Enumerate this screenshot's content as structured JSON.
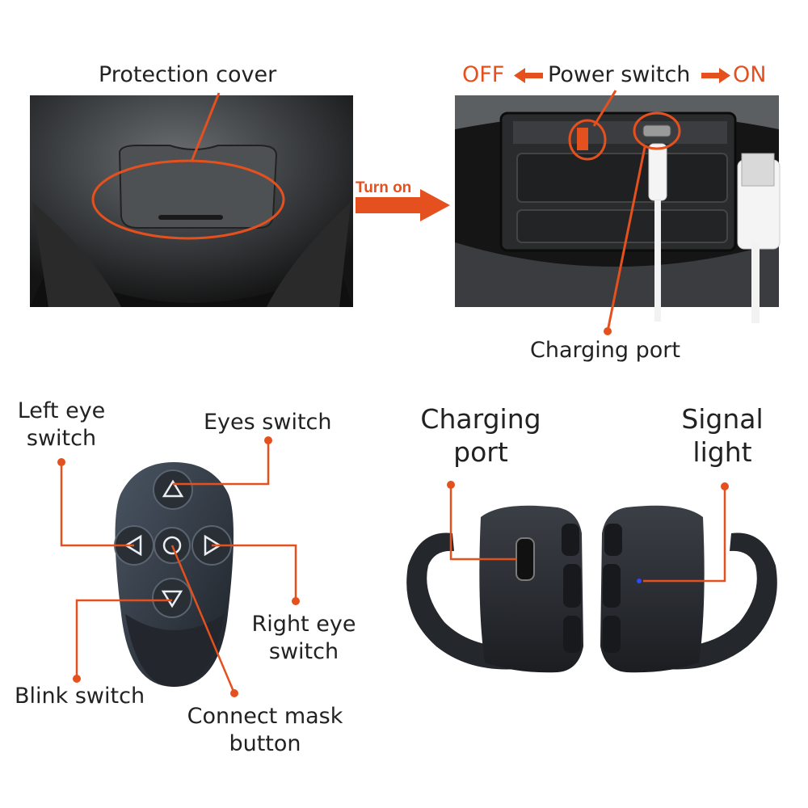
{
  "colors": {
    "accent": "#e4501e",
    "text": "#222222",
    "device": "#2b2f36",
    "photo_bg": "#1c1c1c"
  },
  "top_left": {
    "label": "Protection cover"
  },
  "arrow": {
    "label": "Turn on"
  },
  "top_right": {
    "off_label": "OFF",
    "power_label": "Power switch",
    "on_label": "ON",
    "charging_label": "Charging port"
  },
  "remote": {
    "left_eye": "Left eye\nswitch",
    "eyes": "Eyes switch",
    "right_eye": "Right eye\nswitch",
    "blink": "Blink switch",
    "connect": "Connect mask\nbutton"
  },
  "rings": {
    "charging": "Charging\nport",
    "signal": "Signal\nlight"
  }
}
